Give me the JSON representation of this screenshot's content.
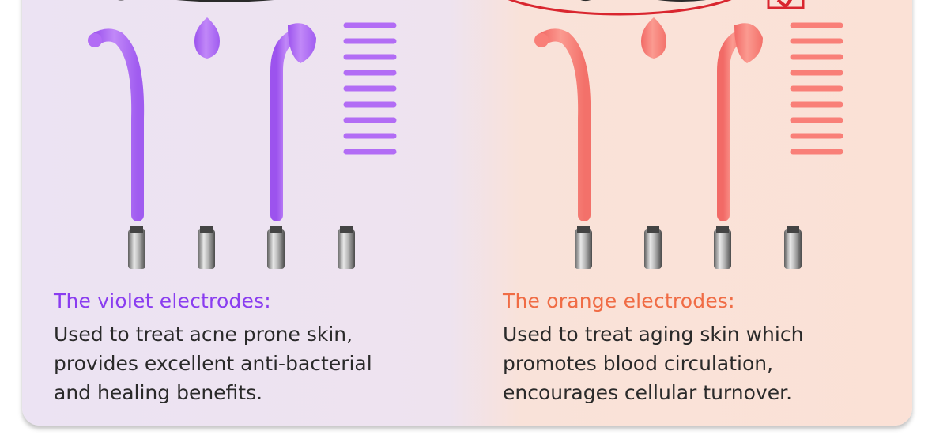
{
  "violet": {
    "heading": "The violet electrodes:",
    "description_lines": [
      "Used to treat acne prone skin,",
      "provides excellent anti-bacterial",
      "and healing benefits."
    ],
    "color": "#8a3df0",
    "tube_color": "#b26cf5",
    "electrodes": [
      "spiral-electrode-icon",
      "mushroom-electrode-icon",
      "hook-electrode-icon",
      "comb-electrode-icon"
    ]
  },
  "orange": {
    "heading": "The orange electrodes:",
    "description_lines": [
      "Used to treat aging skin which",
      "promotes blood circulation,",
      "encourages cellular turnover."
    ],
    "color": "#f06c45",
    "tube_color": "#f97f78",
    "electrodes": [
      "spiral-electrode-icon",
      "mushroom-electrode-icon",
      "hook-electrode-icon",
      "comb-electrode-icon"
    ]
  },
  "colors": {
    "text": "#2a2a2a",
    "metal": "#8a8a8a",
    "highlight_oval": "#d9262f"
  }
}
